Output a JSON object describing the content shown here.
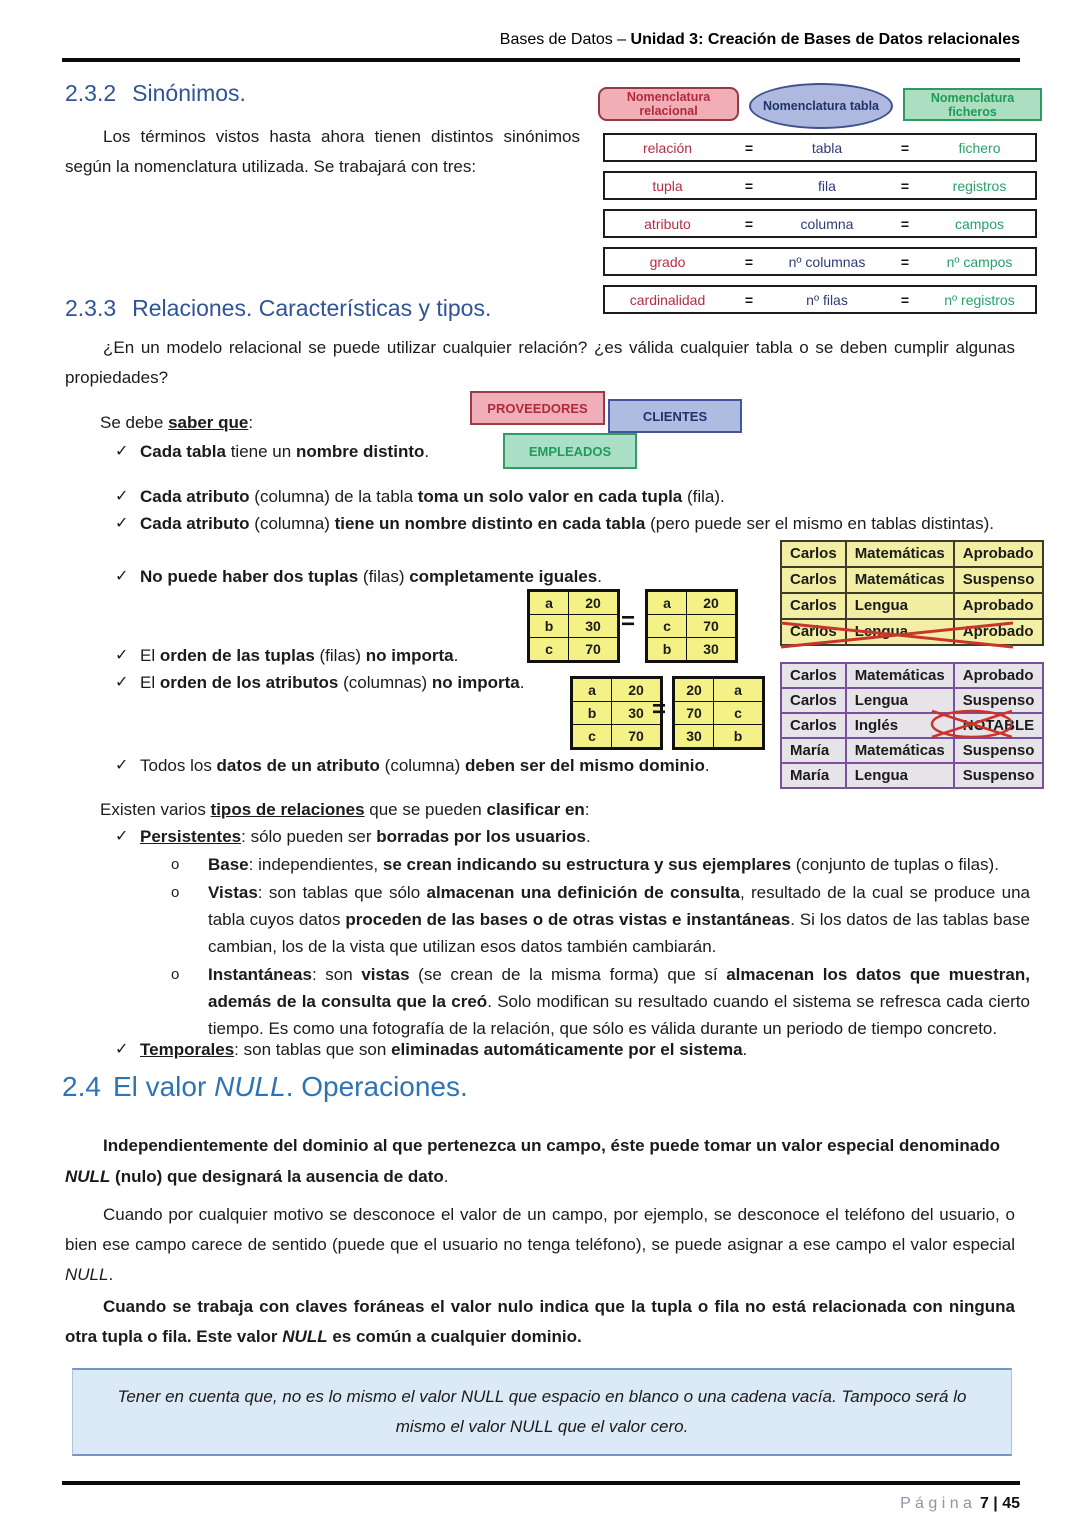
{
  "header": {
    "title_prefix": "Bases de Datos – ",
    "title_bold": "Unidad 3: Creación de Bases de Datos relacionales"
  },
  "footer": {
    "page_label": "P á g i n a",
    "page_number": "7 | 45"
  },
  "markers": {
    "check": "✓",
    "circle": "o"
  },
  "colors": {
    "subsection_heading": "#2f5496",
    "section_heading": "#2e74b5",
    "relational_red": "#b42d43",
    "table_blue": "#2f3c77",
    "files_green": "#2aa06a",
    "annotation_red": "#c9342b",
    "yellow_table_bg": "#f2efa4",
    "purple_table_border": "#7a4f9e",
    "note_box_bg": "#dce9f6"
  },
  "s232": {
    "number": "2.3.2",
    "title": "Sinónimos.",
    "paragraph": "Los términos vistos hasta ahora tienen distintos sinónimos según la nomenclatura utilizada. Se trabajará con tres:"
  },
  "nomenclature": {
    "relational_header": "Nomenclatura relacional",
    "table_header": "Nomenclatura tabla",
    "files_header": "Nomenclatura ficheros",
    "equals": "=",
    "rows": [
      {
        "relational": "relación",
        "table": "tabla",
        "files": "fichero"
      },
      {
        "relational": "tupla",
        "table": "fila",
        "files": "registros"
      },
      {
        "relational": "atributo",
        "table": "columna",
        "files": "campos"
      },
      {
        "relational": "grado",
        "table": "nº columnas",
        "files": "nº campos"
      },
      {
        "relational": "cardinalidad",
        "table": "nº filas",
        "files": "nº registros"
      }
    ]
  },
  "s233": {
    "number": "2.3.3",
    "title": "Relaciones. Características y tipos.",
    "paragraph": "¿En un modelo relacional se puede utilizar cualquier relación? ¿es válida cualquier tabla o se deben cumplir algunas propiedades?",
    "intro_rich": [
      {
        "t": "Se debe "
      },
      {
        "t": "saber que",
        "b": true,
        "u": true
      },
      {
        "t": ":"
      }
    ],
    "entity_boxes": [
      {
        "label": "PROVEEDORES"
      },
      {
        "label": "CLIENTES"
      },
      {
        "label": "EMPLEADOS"
      }
    ],
    "checks": [
      [
        {
          "t": "Cada tabla",
          "b": true
        },
        {
          "t": " tiene un "
        },
        {
          "t": "nombre distinto",
          "b": true
        },
        {
          "t": "."
        }
      ],
      [
        {
          "t": "Cada atributo",
          "b": true
        },
        {
          "t": " (columna) de la tabla "
        },
        {
          "t": "toma un solo valor en cada tupla",
          "b": true
        },
        {
          "t": " (fila)."
        }
      ],
      [
        {
          "t": "Cada atributo",
          "b": true
        },
        {
          "t": " (columna) "
        },
        {
          "t": "tiene un nombre distinto en cada tabla",
          "b": true
        },
        {
          "t": " (pero puede ser el mismo en tablas distintas)."
        }
      ],
      [
        {
          "t": "No puede haber dos tuplas",
          "b": true
        },
        {
          "t": " (filas) "
        },
        {
          "t": "completamente iguales",
          "b": true
        },
        {
          "t": "."
        }
      ],
      [
        {
          "t": "El "
        },
        {
          "t": "orden de las tuplas",
          "b": true
        },
        {
          "t": " (filas) "
        },
        {
          "t": "no importa",
          "b": true
        },
        {
          "t": "."
        }
      ],
      [
        {
          "t": "El "
        },
        {
          "t": "orden de los atributos",
          "b": true
        },
        {
          "t": " (columnas) "
        },
        {
          "t": "no importa",
          "b": true
        },
        {
          "t": "."
        }
      ],
      [
        {
          "t": "Todos los "
        },
        {
          "t": "datos de un atributo",
          "b": true
        },
        {
          "t": " (columna) "
        },
        {
          "t": "deben ser del mismo dominio",
          "b": true
        },
        {
          "t": "."
        }
      ]
    ]
  },
  "types": {
    "intro_rich": [
      {
        "t": "Existen varios "
      },
      {
        "t": "tipos de relaciones",
        "b": true,
        "u": true
      },
      {
        "t": " que se pueden "
      },
      {
        "t": "clasificar en",
        "b": true
      },
      {
        "t": ":"
      }
    ],
    "persistentes": [
      {
        "t": "Persistentes",
        "b": true,
        "u": true
      },
      {
        "t": ": sólo pueden ser "
      },
      {
        "t": "borradas por los usuarios",
        "b": true
      },
      {
        "t": "."
      }
    ],
    "base": [
      {
        "t": "Base",
        "b": true
      },
      {
        "t": ": independientes, "
      },
      {
        "t": "se crean indicando su estructura y sus ejemplares",
        "b": true
      },
      {
        "t": " (conjunto de tuplas o filas)."
      }
    ],
    "vistas": [
      {
        "t": "Vistas",
        "b": true
      },
      {
        "t": ": son tablas que sólo "
      },
      {
        "t": "almacenan una definición de consulta",
        "b": true
      },
      {
        "t": ", resultado de la cual se produce una tabla cuyos datos "
      },
      {
        "t": "proceden de las bases o de otras vistas e instantáneas",
        "b": true
      },
      {
        "t": ". Si los datos de las tablas base cambian, los de la vista que utilizan esos datos también cambiarán."
      }
    ],
    "instantaneas": [
      {
        "t": "Instantáneas",
        "b": true
      },
      {
        "t": ": son "
      },
      {
        "t": "vistas",
        "b": true
      },
      {
        "t": " (se crean de la misma forma) que sí "
      },
      {
        "t": "almacenan los datos que muestran, además de la consulta que la creó",
        "b": true
      },
      {
        "t": ". Solo modifican su resultado cuando el sistema se refresca cada cierto tiempo. Es como una fotografía de la relación, que sólo es válida durante un periodo de tiempo concreto."
      }
    ],
    "temporales": [
      {
        "t": "Temporales",
        "b": true,
        "u": true
      },
      {
        "t": ": son tablas que son "
      },
      {
        "t": "eliminadas automáticamente por el sistema",
        "b": true
      },
      {
        "t": "."
      }
    ]
  },
  "examples": {
    "table_yellow": {
      "rows": [
        [
          "Carlos",
          "Matemáticas",
          "Aprobado"
        ],
        [
          "Carlos",
          "Matemáticas",
          "Suspenso"
        ],
        [
          "Carlos",
          "Lengua",
          "Aprobado"
        ],
        [
          "Carlos",
          "Lengua",
          "Aprobado"
        ]
      ],
      "crossed_row_index": 3
    },
    "table_purple": {
      "rows": [
        [
          "Carlos",
          "Matemáticas",
          "Aprobado"
        ],
        [
          "Carlos",
          "Lengua",
          "Suspenso"
        ],
        [
          "Carlos",
          "Inglés",
          "NOTABLE"
        ],
        [
          "María",
          "Matemáticas",
          "Suspenso"
        ],
        [
          "María",
          "Lengua",
          "Suspenso"
        ]
      ],
      "circled_value": "NOTABLE"
    },
    "mini": {
      "equals": "=",
      "pair1_left": [
        [
          "a",
          "20"
        ],
        [
          "b",
          "30"
        ],
        [
          "c",
          "70"
        ]
      ],
      "pair1_right": [
        [
          "a",
          "20"
        ],
        [
          "c",
          "70"
        ],
        [
          "b",
          "30"
        ]
      ],
      "pair2_left": [
        [
          "a",
          "20"
        ],
        [
          "b",
          "30"
        ],
        [
          "c",
          "70"
        ]
      ],
      "pair2_right": [
        [
          "20",
          "a"
        ],
        [
          "70",
          "c"
        ],
        [
          "30",
          "b"
        ]
      ]
    }
  },
  "s24": {
    "number": "2.4",
    "title_rich": [
      {
        "t": "El valor "
      },
      {
        "t": "NULL",
        "i": true
      },
      {
        "t": ". Operaciones."
      }
    ],
    "p1_rich": [
      {
        "t": "Independientemente del dominio al que pertenezca un campo, éste puede tomar un valor especial denominado ",
        "b": true
      },
      {
        "t": "NULL",
        "b": true,
        "i": true
      },
      {
        "t": " (nulo) que designará la ausencia de dato",
        "b": true
      },
      {
        "t": "."
      }
    ],
    "p2_rich": [
      {
        "t": "Cuando por cualquier motivo se desconoce el valor de un campo, por ejemplo, se desconoce el teléfono del usuario, o bien ese campo carece de sentido (puede que el usuario no tenga teléfono), se puede asignar a ese campo el valor especial "
      },
      {
        "t": "NULL",
        "i": true
      },
      {
        "t": "."
      }
    ],
    "p3_rich": [
      {
        "t": "Cuando se trabaja con claves foráneas el valor nulo indica que la tupla o fila no está relacionada con ninguna otra tupla o fila. Este valor ",
        "b": true
      },
      {
        "t": "NULL",
        "b": true,
        "i": true
      },
      {
        "t": " es común a cualquier dominio.",
        "b": true
      }
    ],
    "note_text": "Tener en cuenta que, no es lo mismo el valor NULL que espacio en blanco o una cadena vacía. Tampoco será lo mismo el valor NULL que el valor cero."
  }
}
